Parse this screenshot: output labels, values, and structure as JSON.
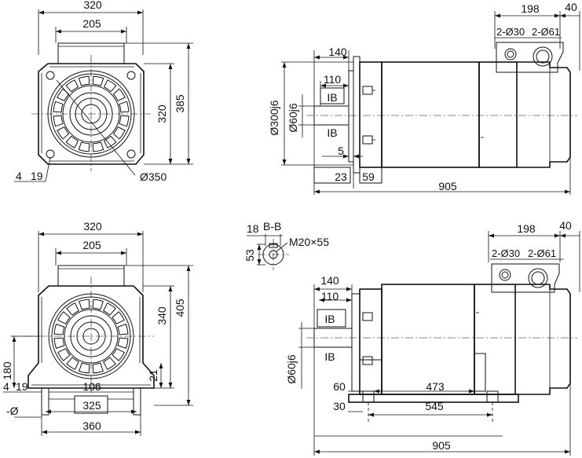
{
  "view_top_front": {
    "dim_width": "320",
    "dim_inner": "205",
    "dim_height": "320",
    "dim_total_height": "385",
    "hole_count": "4",
    "hole_size": "19",
    "circle_dia": "Ø350"
  },
  "view_top_side": {
    "dim_terminal_box": "198",
    "dim_end": "40",
    "gland_small": "2-Ø30",
    "gland_large": "2-Ø61",
    "dim_flange_len": "140",
    "dim_shaft_len": "110",
    "shaft_ib_upper": "IB",
    "shaft_ib_lower": "IB",
    "spigot_dia": "Ø300j6",
    "shaft_dia": "Ø60j6",
    "dim_spigot": "5",
    "dim_flange_thk": "23",
    "dim_flange_width": "59",
    "dim_total_len": "905"
  },
  "view_bottom_front": {
    "dim_width": "320",
    "dim_inner": "205",
    "dim_height": "340",
    "dim_total_height": "405",
    "dim_foot_thk": "21",
    "dim_shaft_height": "180",
    "hole_count": "4",
    "hole_size": "19",
    "dim_foot_inner": "106",
    "dim_foot_holes": "325",
    "dim_foot_total": "360",
    "dim_phi": "-Ø"
  },
  "section_bb": {
    "title": "B-B",
    "dim_key": "18",
    "dim_shaft": "53",
    "thread": "M20×55"
  },
  "view_bottom_side": {
    "dim_terminal_box": "198",
    "dim_end": "40",
    "gland_small": "2-Ø30",
    "gland_large": "2-Ø61",
    "dim_shaft_len": "140",
    "dim_key_len": "110",
    "shaft_ib_upper": "IB",
    "shaft_ib_lower": "IB",
    "shaft_dia": "Ø60j6",
    "dim_foot_to_shaft": "60",
    "dim_foot_offset": "30",
    "dim_foot_span": "473",
    "dim_foot_hole_span": "545",
    "dim_total_len": "905"
  }
}
